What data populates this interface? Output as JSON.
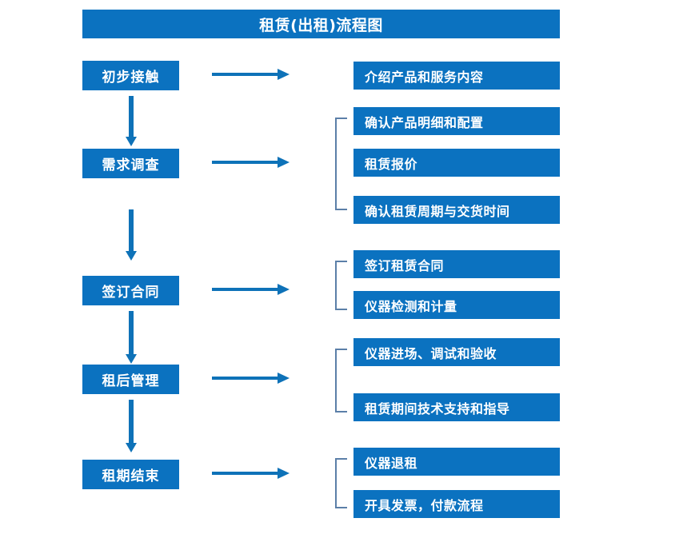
{
  "title": "租赁(出租)流程图",
  "theme": {
    "box_fill": "#0B72C0",
    "box_text": "#FFFFFF",
    "arrow": "#0E72B8",
    "bracket": "#5B7FA8",
    "background": "#FFFFFF"
  },
  "stages": [
    {
      "label": "初步接触"
    },
    {
      "label": "需求调查"
    },
    {
      "label": "签订合同"
    },
    {
      "label": "租后管理"
    },
    {
      "label": "租期结束"
    }
  ],
  "details": {
    "group1": [
      {
        "label": "介绍产品和服务内容"
      }
    ],
    "group2": [
      {
        "label": "确认产品明细和配置"
      },
      {
        "label": "租赁报价"
      },
      {
        "label": "确认租赁周期与交货时间"
      }
    ],
    "group3": [
      {
        "label": "签订租赁合同"
      },
      {
        "label": "仪器检测和计量"
      }
    ],
    "group4": [
      {
        "label": "仪器进场、调试和验收"
      },
      {
        "label": "租赁期间技术支持和指导"
      }
    ],
    "group5": [
      {
        "label": "仪器退租"
      },
      {
        "label": "开具发票，付款流程"
      }
    ]
  }
}
